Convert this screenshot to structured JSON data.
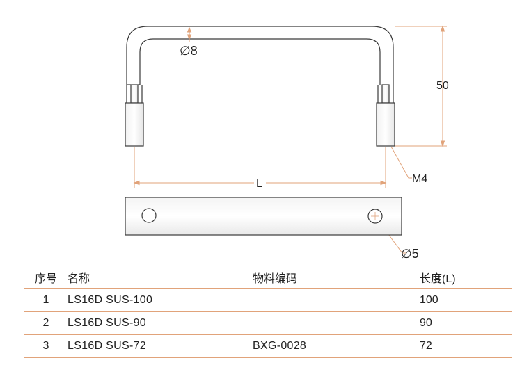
{
  "drawing": {
    "labels": {
      "diameter_top": "∅8",
      "height": "50",
      "length": "L",
      "thread": "M4",
      "diameter_hole": "∅5"
    },
    "colors": {
      "outline": "#3a3a3a",
      "dimension": "#e1a37a",
      "table_rule": "#e1a37a"
    }
  },
  "table": {
    "headers": {
      "no": "序号",
      "name": "名称",
      "code": "物料编码",
      "length": "长度(L)"
    },
    "rows": [
      {
        "no": "1",
        "name": "LS16D  SUS-100",
        "code": "",
        "length": "100"
      },
      {
        "no": "2",
        "name": "LS16D  SUS-90",
        "code": "",
        "length": "90"
      },
      {
        "no": "3",
        "name": "LS16D  SUS-72",
        "code": "BXG-0028",
        "length": "72"
      }
    ]
  }
}
